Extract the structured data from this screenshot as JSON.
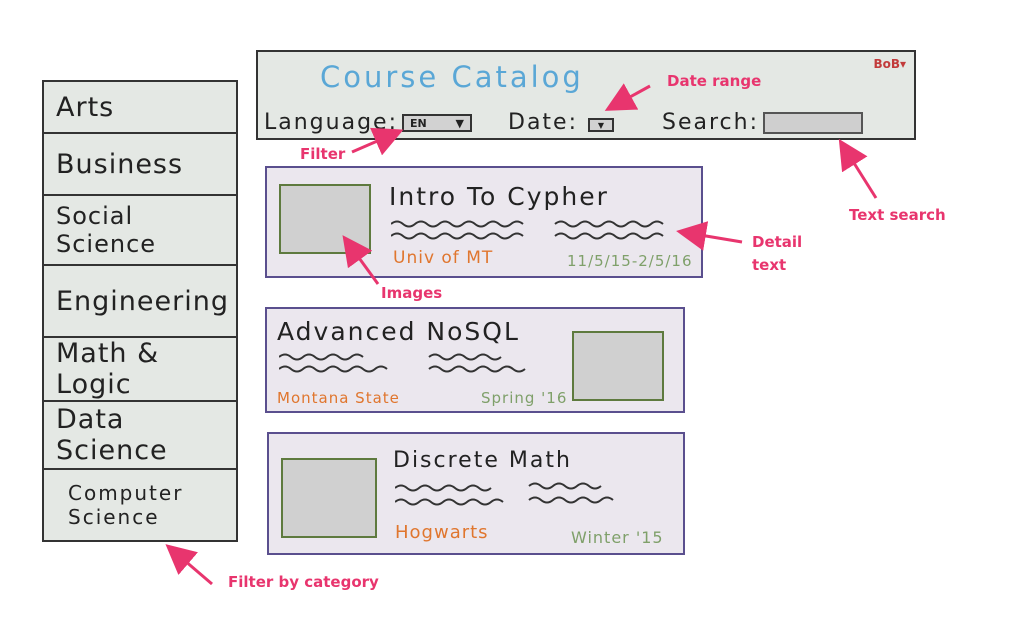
{
  "sidebar": {
    "categories": [
      "Arts",
      "Business",
      "Social Science",
      "Engineering",
      "Math & Logic",
      "Data Science",
      "Computer Science"
    ]
  },
  "header": {
    "title": "Course Catalog",
    "user": "BoB▾",
    "language_label": "Language:",
    "language_value": "EN",
    "date_label": "Date:",
    "search_label": "Search:"
  },
  "courses": [
    {
      "title": "Intro To Cypher",
      "institution": "Univ of MT",
      "dates": "11/5/15-2/5/16"
    },
    {
      "title": "Advanced NoSQL",
      "institution": "Montana State",
      "dates": "Spring '16"
    },
    {
      "title": "Discrete Math",
      "institution": "Hogwarts",
      "dates": "Winter '15"
    }
  ],
  "annotations": {
    "date_range": "Date range",
    "filter": "Filter",
    "text_search": "Text search",
    "detail_text_1": "Detail",
    "detail_text_2": "text",
    "images": "Images",
    "filter_by_category": "Filter by category"
  },
  "colors": {
    "title_blue": "#5aa7d6",
    "institution_orange": "#e0762e",
    "date_green": "#7fa06a",
    "annotation_pink": "#e8356e",
    "card_border": "#5a4f8e"
  }
}
